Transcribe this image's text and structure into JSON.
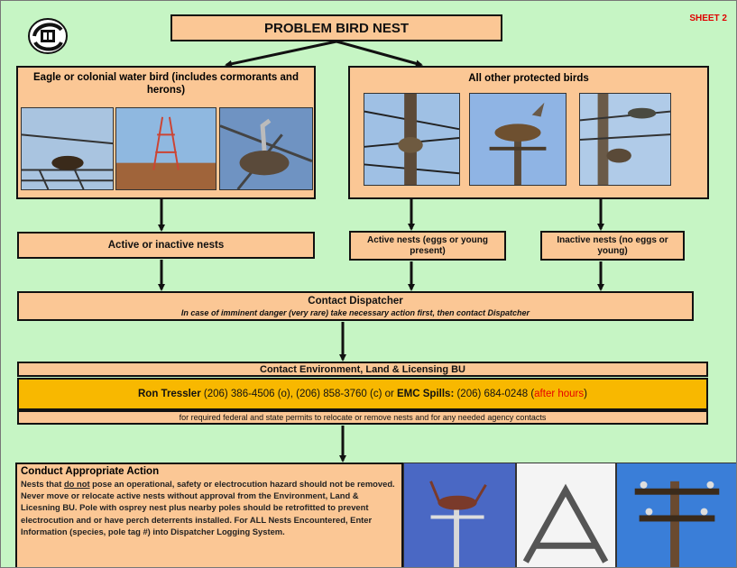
{
  "header": {
    "title": "PROBLEM BIRD NEST",
    "sheet_label": "SHEET 2"
  },
  "branches": {
    "left_title": "Eagle or colonial water bird (includes cormorants and herons)",
    "right_title": "All other protected birds"
  },
  "nest_status": {
    "left": "Active or inactive nests",
    "active": "Active nests (eggs or young present)",
    "inactive": "Inactive nests (no eggs or young)"
  },
  "dispatcher": {
    "title": "Contact Dispatcher",
    "note": "In case of imminent danger (very rare) take necessary action first, then contact Dispatcher"
  },
  "environment": {
    "title": "Contact Environment, Land & Licensing BU",
    "contact_name": "Ron Tressler",
    "contact_phones": " (206) 386-4506 (o), (206) 858-3760 (c) or ",
    "spills_label": "EMC Spills:",
    "spills_phone": " (206) 684-0248 (",
    "after_hours": "after hours",
    "close_paren": ")",
    "permits_note": "for required federal and state permits to relocate or remove nests and for any needed agency contacts"
  },
  "action": {
    "title": "Conduct Appropriate Action",
    "body_1": "Nests that ",
    "body_emph": "do not",
    "body_2": " pose an operational, safety or electrocution hazard should not be removed. Never move or relocate active nests without approval from the Environment, Land & Licesning BU.   Pole with osprey nest plus nearby poles should be retrofitted to prevent electrocution and or have perch deterrents installed.  For ALL Nests Encountered, Enter Information (species, pole tag #) into Dispatcher Logging System."
  },
  "colors": {
    "background": "#c6f5c4",
    "box_fill": "#fbc795",
    "phone_bar": "#f8b800",
    "alert_red": "#e60000"
  }
}
